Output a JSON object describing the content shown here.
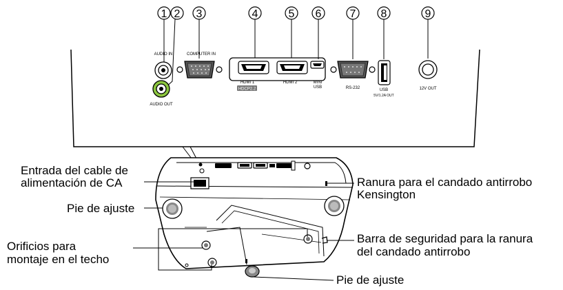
{
  "numbers": [
    "1",
    "2",
    "3",
    "4",
    "5",
    "6",
    "7",
    "8",
    "9"
  ],
  "ports": {
    "audio_in": "AUDIO IN",
    "audio_out": "AUDIO OUT",
    "computer_in": "COMPUTER IN",
    "hdmi1": "HDMI 1",
    "hdcp": "HDCP2.2",
    "hdmi2": "HDMI 2",
    "mini_usb_1": "MINI",
    "mini_usb_2": "USB",
    "rs232": "RS-232",
    "usb": "USB",
    "usb_power": "5V/1.2A OUT",
    "dc_out": "12V OUT"
  },
  "callouts": {
    "power_inlet_1": "Entrada del cable de",
    "power_inlet_2": "alimentación de CA",
    "foot_left": "Pie de ajuste",
    "ceiling_1": "Orificios para",
    "ceiling_2": "montaje en el techo",
    "kensington_1": "Ranura para el candado antirrobo",
    "kensington_2": "Kensington",
    "security_bar_1": "Barra de seguridad para la ranura",
    "security_bar_2": "del candado antirrobo",
    "foot_bottom": "Pie de ajuste"
  }
}
